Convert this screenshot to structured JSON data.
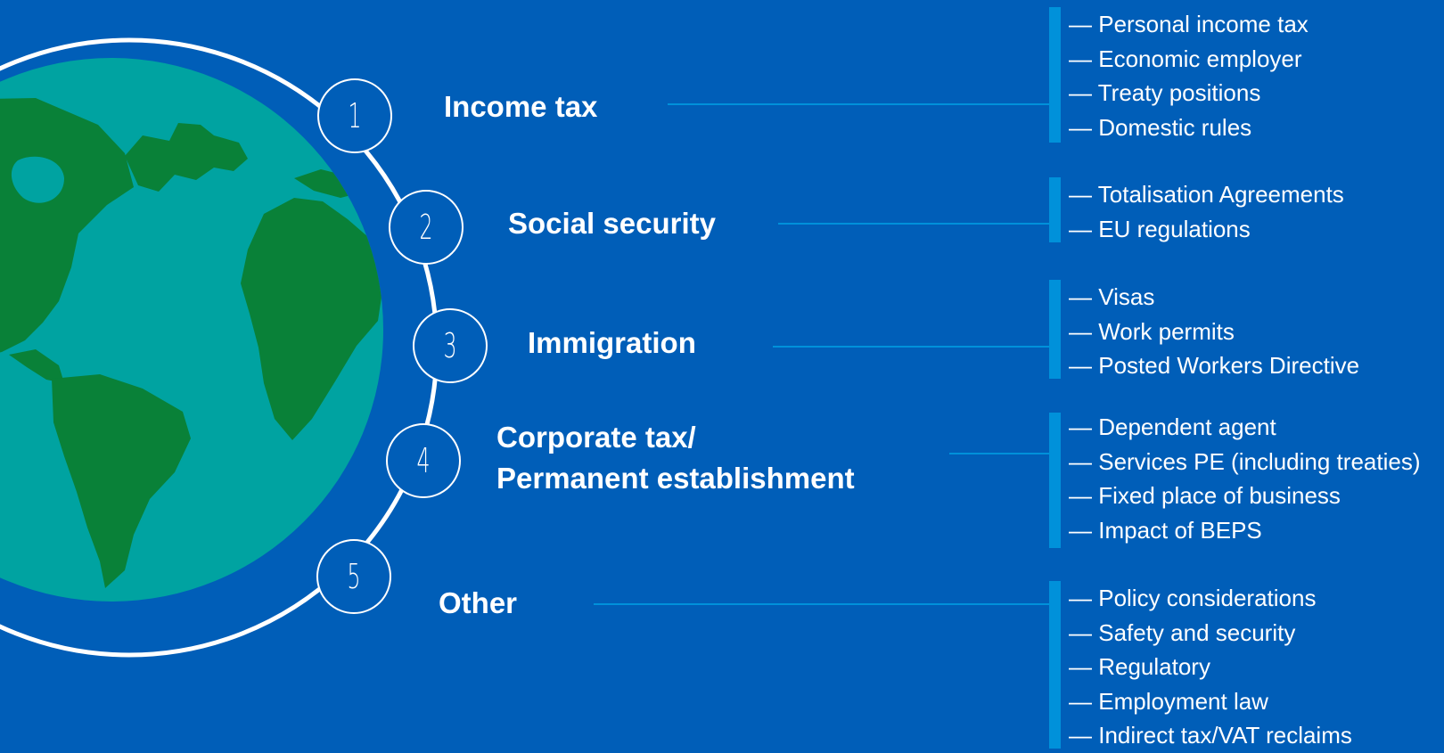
{
  "colors": {
    "background": "#005EB8",
    "ocean": "#00A3A1",
    "land": "#098138",
    "accent_bar": "#0091DA",
    "connector": "#0091DA",
    "text": "#ffffff"
  },
  "topics": [
    {
      "number": "1",
      "title_lines": [
        "Income tax"
      ],
      "items": [
        "— Personal income tax",
        "— Economic employer",
        "— Treaty positions",
        "— Domestic rules"
      ]
    },
    {
      "number": "2",
      "title_lines": [
        "Social security"
      ],
      "items": [
        "— Totalisation Agreements",
        "— EU regulations"
      ]
    },
    {
      "number": "3",
      "title_lines": [
        "Immigration"
      ],
      "items": [
        "— Visas",
        "— Work permits",
        "— Posted Workers Directive"
      ]
    },
    {
      "number": "4",
      "title_lines": [
        "Corporate tax/",
        "Permanent establishment"
      ],
      "items": [
        "— Dependent agent",
        "— Services PE (including treaties)",
        "— Fixed place of business",
        "— Impact of BEPS"
      ]
    },
    {
      "number": "5",
      "title_lines": [
        "Other"
      ],
      "items": [
        "— Policy considerations",
        "— Safety and security",
        "— Regulatory",
        "— Employment law",
        "— Indirect tax/VAT reclaims"
      ]
    }
  ]
}
